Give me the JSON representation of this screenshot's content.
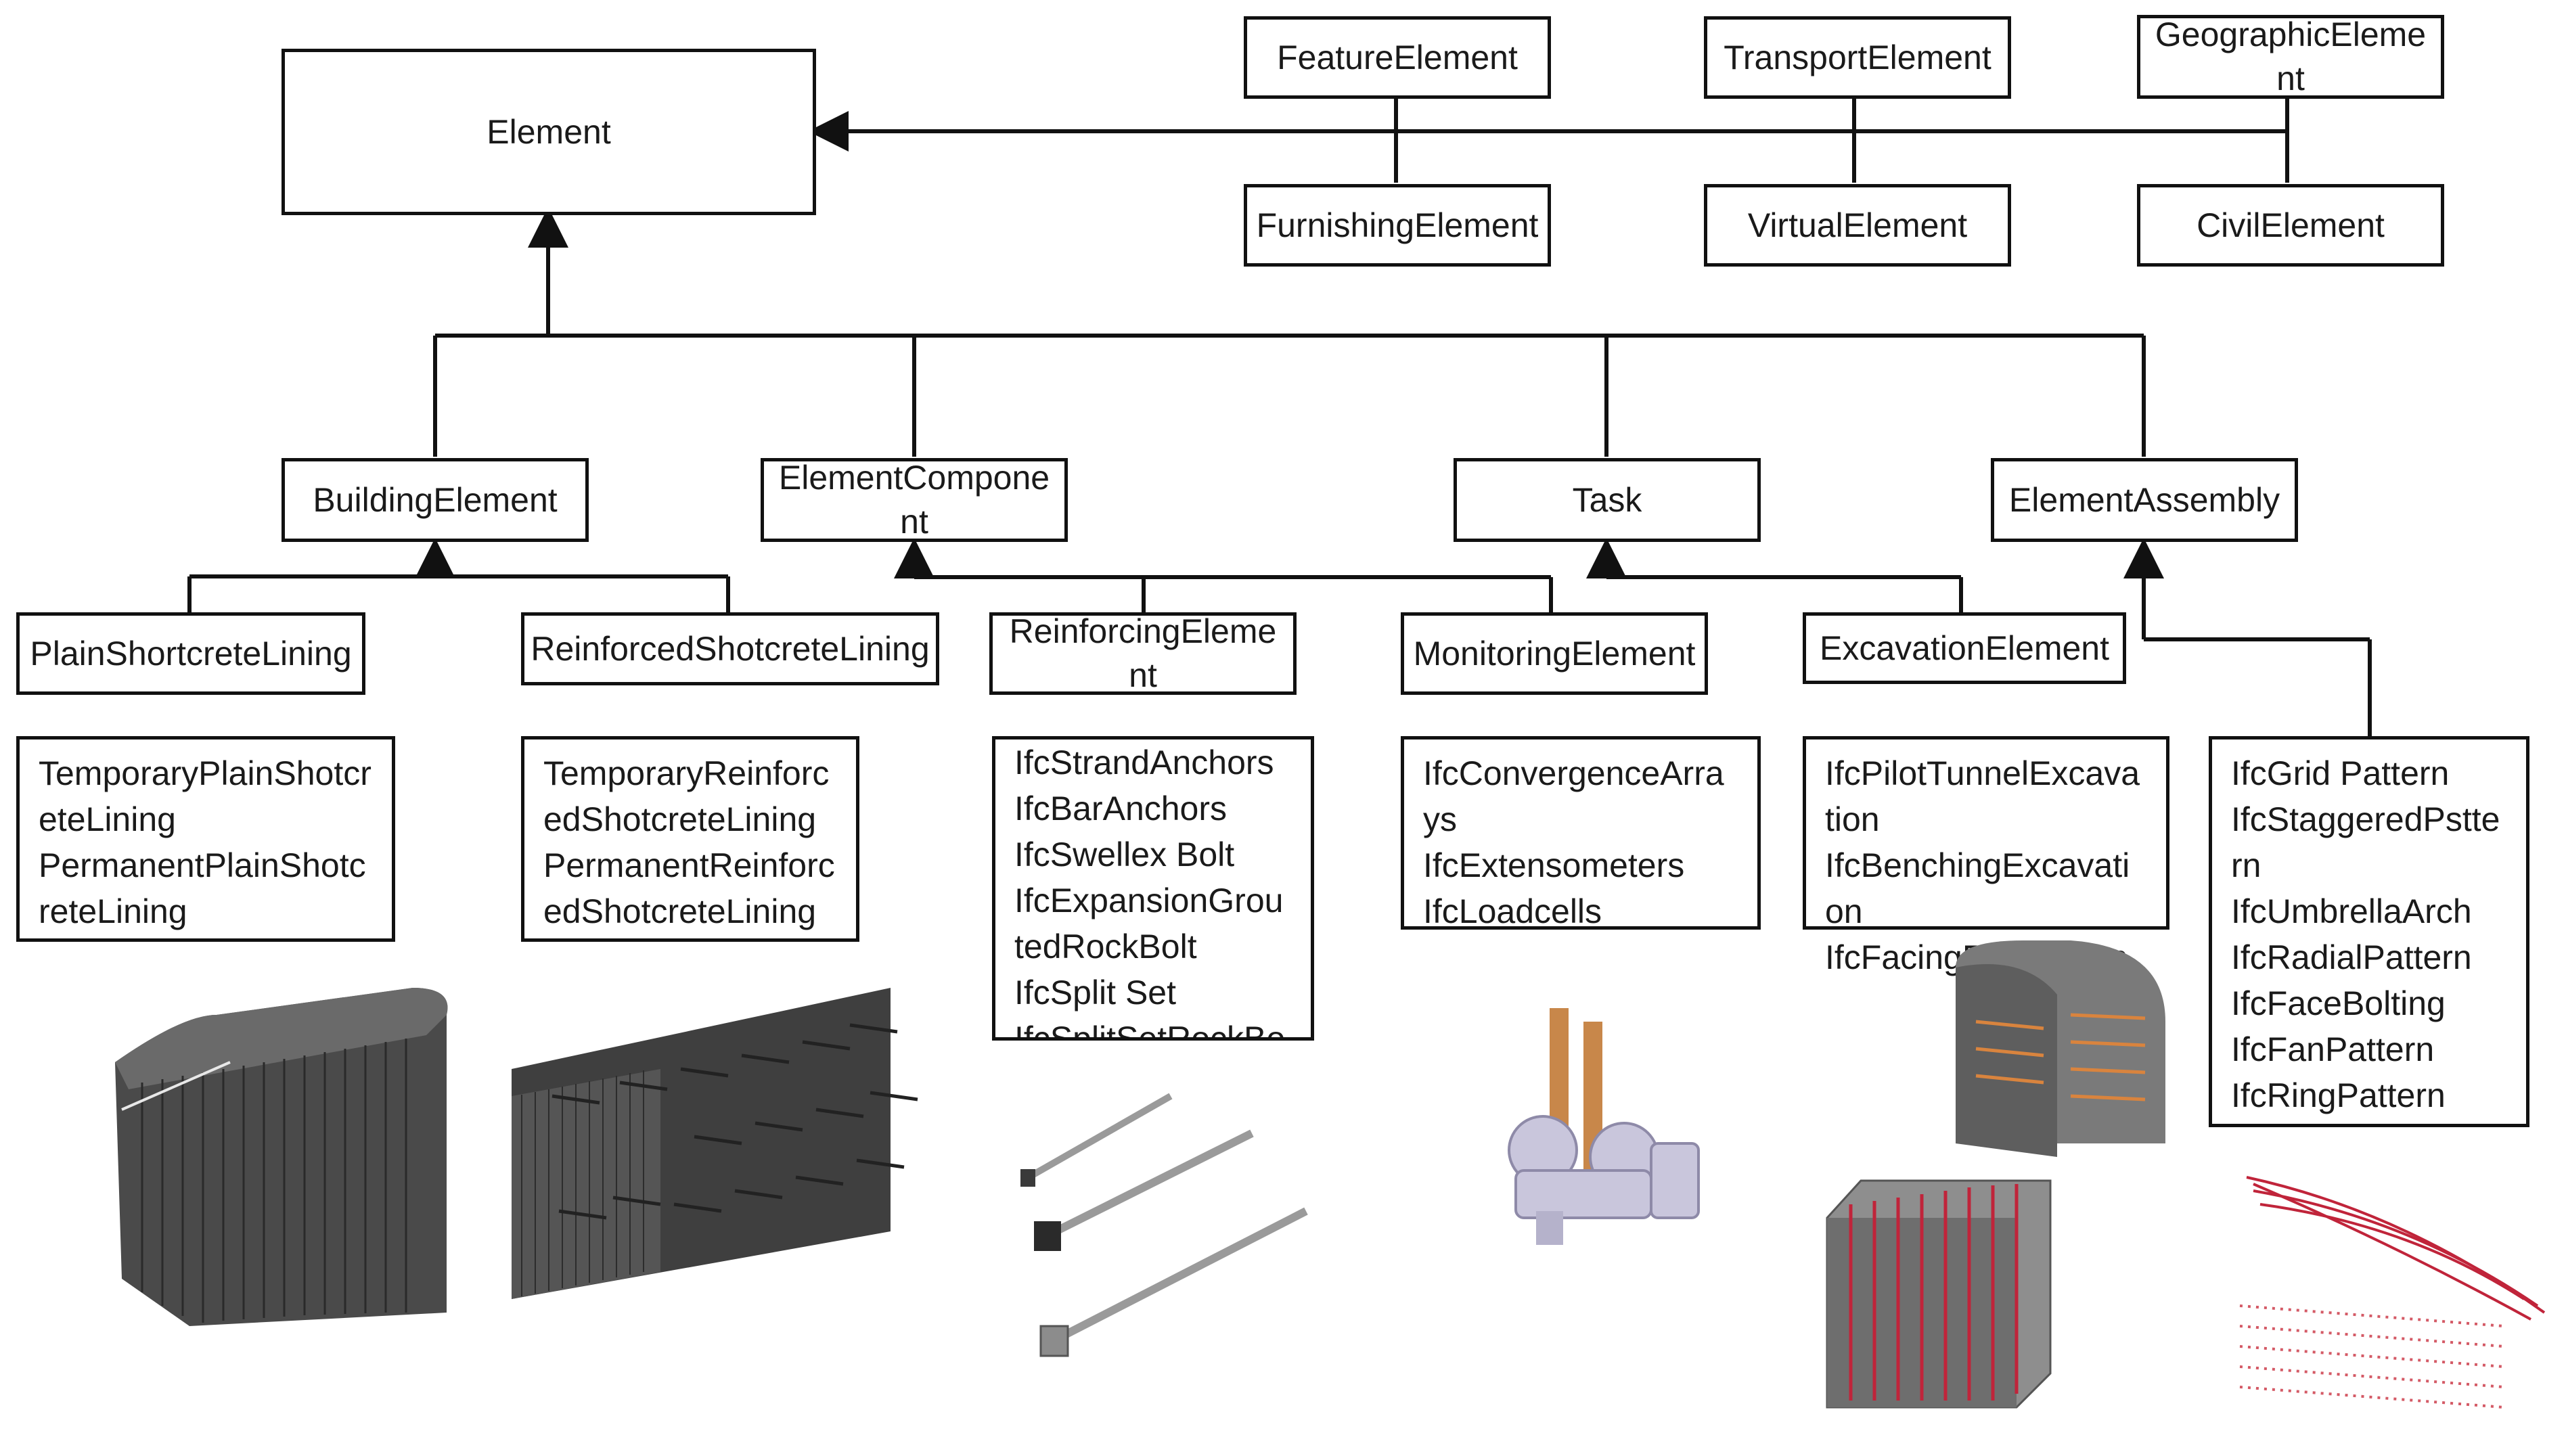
{
  "top": {
    "element": "Element",
    "feature_element": "FeatureElement",
    "transport_element": "TransportElement",
    "geographic_element": "GeographicElement",
    "furnishing_element": "FurnishingElement",
    "virtual_element": "VirtualElement",
    "civil_element": "CivilElement"
  },
  "mid": {
    "building_element": "BuildingElement",
    "element_component": "ElementComponent",
    "task": "Task",
    "element_assembly": "ElementAssembly"
  },
  "subclasses": {
    "plain_lining": "PlainShortcreteLining",
    "reinforced_lining": "ReinforcedShotcreteLining",
    "reinforcing_element": "ReinforcingElement",
    "monitoring_element": "MonitoringElement",
    "excavation_element": "ExcavationElement"
  },
  "lists": {
    "plain": [
      "TemporaryPlainShotcreteLining",
      "PermanentPlainShotcreteLining"
    ],
    "reinforced": [
      "TemporaryReinforcedShotcreteLining",
      "PermanentReinforcedShotcreteLining"
    ],
    "reinforcing": [
      "IfcStrandAnchors",
      "IfcBarAnchors",
      "IfcSwellex  Bolt",
      "IfcExpansionGroutedRockBolt",
      "IfcSplit  Set",
      "IfcSplitSetRockBolt"
    ],
    "monitoring": [
      "IfcConvergenceArrays",
      "IfcExtensometers",
      "IfcLoadcells"
    ],
    "excavation": [
      "IfcPilotTunnelExcavation",
      "IfcBenchingExcavation",
      "IfcFacingExcavation"
    ],
    "assembly": [
      "IfcGrid Pattern",
      "IfcStaggeredPsttern",
      "IfcUmbrellaArch",
      "IfcRadialPattern",
      "IfcFaceBolting",
      "IfcFanPattern",
      "IfcRingPattern"
    ]
  },
  "colors": {
    "line": "#111111",
    "model_dark": "#4a4a4a",
    "bolt_grey": "#9a9a9a",
    "sensor_lilac": "#c9c6dc",
    "sensor_orange": "#c8874a",
    "pattern_red": "#c0243a"
  },
  "illustrations": [
    "tunnel-lining-model",
    "reinforced-panel-model",
    "rock-bolts-model",
    "extensometer-model",
    "excavation-block-model",
    "bolt-pattern-model"
  ]
}
